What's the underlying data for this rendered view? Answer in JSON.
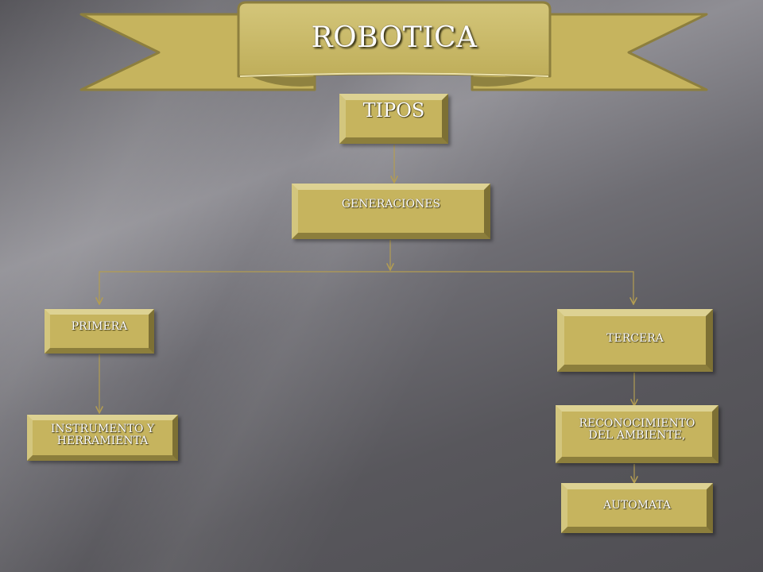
{
  "title": "ROBOTICA",
  "nodes": {
    "tipos": "TIPOS",
    "generaciones": "GENERACIONES",
    "primera": "PRIMERA",
    "tercera": "TERCERA",
    "instrumento": "INSTRUMENTO Y HERRAMIENTA",
    "reconocimiento": "RECONOCIMIENTO DEL AMBIENTE,",
    "automata": "AUTOMATA"
  },
  "colors": {
    "box_fill": "#c6b45e",
    "box_border": "#8c7e3c",
    "connector": "#b39d52",
    "banner": "#c9b866"
  }
}
